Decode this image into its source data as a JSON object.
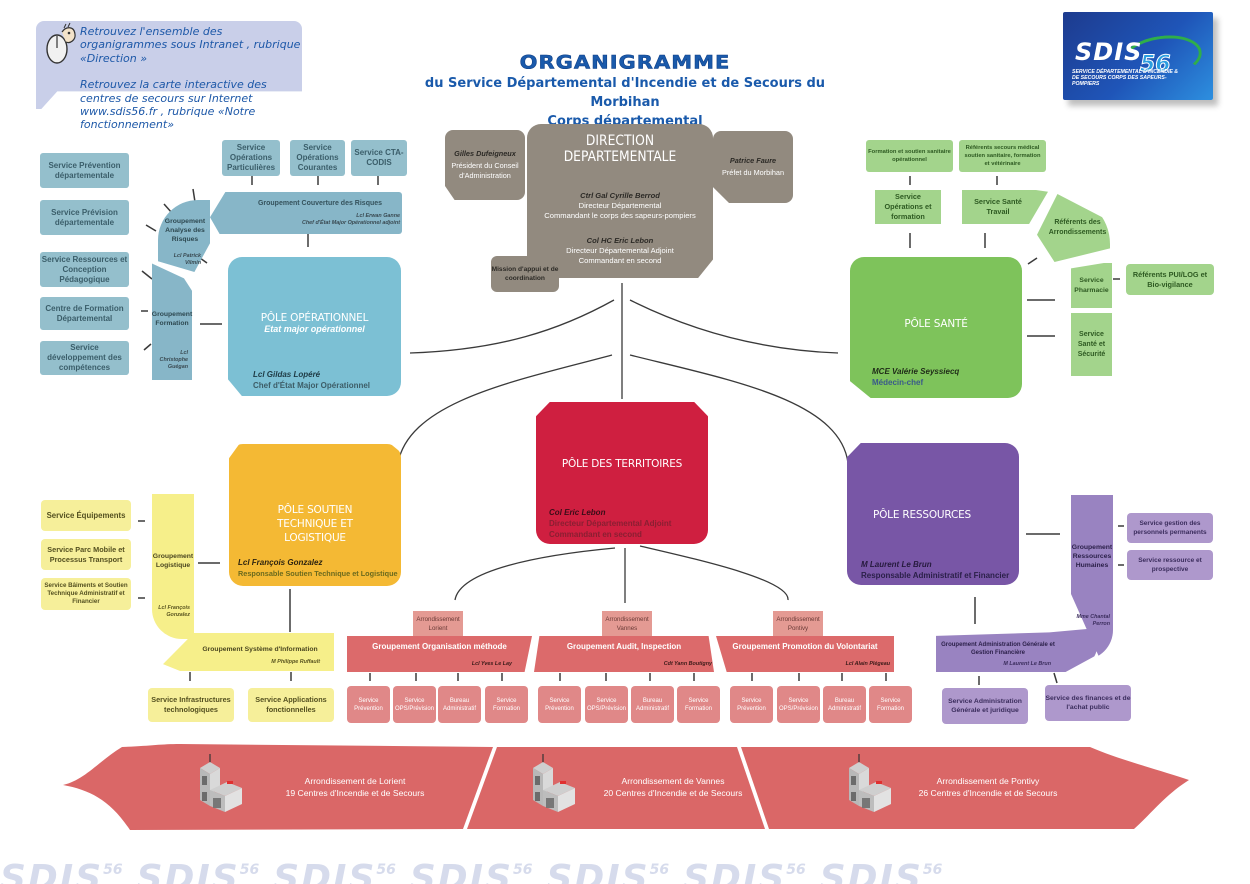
{
  "info_box": {
    "line1": "Retrouvez l'ensemble des organigrammes sous Intranet , rubrique «Direction »",
    "line2": "Retrouvez la carte interactive des centres de secours sur  Internet www.sdis56.fr , rubrique «Notre fonctionnement»",
    "icon": "mouse-mascot-icon"
  },
  "header": {
    "title": "ORGANIGRAMME",
    "subtitle1": "du Service Départemental d'Incendie et de Secours du Morbihan",
    "subtitle2": "Corps départemental"
  },
  "logo": {
    "text": "SDIS",
    "number": "56",
    "caption": "SERVICE DÉPARTEMENTAL D'INCENDIE & DE SECOURS CORPS DES SAPEURS-POMPIERS",
    "colors": {
      "dark": "#1d3b8e",
      "light": "#2d8fdf",
      "accent": "#2fae4a"
    }
  },
  "direction": {
    "title": "DIRECTION DEPARTEMENTALE",
    "director_name": "Ctrl Gal Cyrille Berrod",
    "director_role1": "Directeur Départemental",
    "director_role2": "Commandant le corps des sapeurs-pompiers",
    "deputy_name": "Col HC Eric Lebon",
    "deputy_role1": "Directeur Départemental Adjoint",
    "deputy_role2": "Commandant en second",
    "president_name": "Gilles Dufeigneux",
    "president_role": "Président du Conseil d'Administration",
    "prefet_name": "Patrice Faure",
    "prefet_role": "Préfet du Morbihan",
    "mission": "Mission d'appui et de coordination",
    "color": "#928a7f"
  },
  "pole_operationnel": {
    "title": "PÔLE OPÉRATIONNEL",
    "subtitle": "Etat major opérationnel",
    "person": "Lcl Gildas Lopéré",
    "role": "Chef d'État Major Opérationnel",
    "color": "#7cc0d4",
    "services_top": [
      "Service Opérations Particulières",
      "Service Opérations Courantes",
      "Service CTA-CODIS"
    ],
    "groupement_couverture": {
      "label": "Groupement Couverture des Risques",
      "person": "Lcl Erwan Ganne",
      "role": "Chef d'État Major Opérationnel adjoint"
    },
    "groupement_analyse": {
      "label": "Groupement Analyse des Risques",
      "person": "Lcl Patrick Vilmin"
    },
    "groupement_formation": {
      "label": "Groupement Formation",
      "person": "Lcl Christophe Guégan"
    },
    "services_left": [
      "Service Prévention départementale",
      "Service Prévision départementale",
      "Service Ressources et Conception Pédagogique",
      "Centre de Formation Départemental",
      "Service développement des compétences"
    ]
  },
  "pole_sante": {
    "title": "PÔLE SANTÉ",
    "person": "MCE Valérie Seyssiecq",
    "role": "Médecin-chef",
    "color": "#7ec35b",
    "top_units": [
      "Formation et soutien sanitaire opérationnel",
      "Référents secours médical soutien sanitaire, formation et vétérinaire"
    ],
    "services": [
      "Service Opérations et formation",
      "Service Santé Travail",
      "Référents des Arrondissements",
      "Service Pharmacie",
      "Service Santé et Sécurité"
    ],
    "side_unit": "Référents PUI/LOG et Bio-vigilance"
  },
  "pole_soutien": {
    "title": "PÔLE SOUTIEN TECHNIQUE ET LOGISTIQUE",
    "person": "Lcl François Gonzalez",
    "role": "Responsable Soutien Technique et Logistique",
    "color": "#f4b934",
    "groupement_logistique": {
      "label": "Groupement Logistique",
      "person": "Lcl François Gonzalez"
    },
    "services_left": [
      "Service Équipements",
      "Service Parc Mobile et Processus Transport",
      "Service Bâiments et Soutien Technique Administratif et Financier"
    ],
    "groupement_si": {
      "label": "Groupement  Système d'Information",
      "person": "M Philippe Ruffault"
    },
    "services_bottom": [
      "Service Infrastructures technologiques",
      "Service Applications fonctionnelles"
    ]
  },
  "pole_territoires": {
    "title": "PÔLE DES TERRITOIRES",
    "person": "Col Eric Lebon",
    "role1": "Directeur Départemental Adjoint",
    "role2": "Commandant en second",
    "color": "#cf1f40",
    "groupements": [
      {
        "arrondissement": "Arrondissement Lorient",
        "label": "Groupement Organisation méthode",
        "person": "Lcl Yves Le Lay"
      },
      {
        "arrondissement": "Arrondissement Vannes",
        "label": "Groupement Audit, Inspection",
        "person": "Cdt Yann Boutigny"
      },
      {
        "arrondissement": "Arrondissement Pontivy",
        "label": "Groupement Promotion du Volontariat",
        "person": "Lcl Alain Plégeau"
      }
    ],
    "services": [
      "Service Prévention",
      "Service OPS/Prévision",
      "Bureau Administratif",
      "Service Formation"
    ]
  },
  "pole_ressources": {
    "title": "PÔLE RESSOURCES",
    "person": "M Laurent Le Brun",
    "role": "Responsable Administratif et Financier",
    "color": "#7856a6",
    "groupement_rh": {
      "label": "Groupement Ressources Humaines",
      "person": "Mme Chantal Perron"
    },
    "services_rh": [
      "Service gestion des personnels permanents",
      "Service ressource et prospective"
    ],
    "groupement_admin": {
      "label": "Groupement Administration Générale et Gestion Financière",
      "person": "M Laurent Le Brun"
    },
    "services_admin": [
      "Service Administration Générale et juridique",
      "Service des finances et de l'achat public"
    ]
  },
  "arrondissements": [
    {
      "name": "Arrondissement de Lorient",
      "centres": "19 Centres d'Incendie et de Secours",
      "icon": "fire-station-icon"
    },
    {
      "name": "Arrondissement de Vannes",
      "centres": "20 Centres d'Incendie et de Secours",
      "icon": "fire-station-icon"
    },
    {
      "name": "Arrondissement de Pontivy",
      "centres": "26 Centres d'Incendie et de Secours",
      "icon": "fire-station-icon"
    }
  ],
  "watermark": {
    "text": "SDIS",
    "sup": "56"
  }
}
